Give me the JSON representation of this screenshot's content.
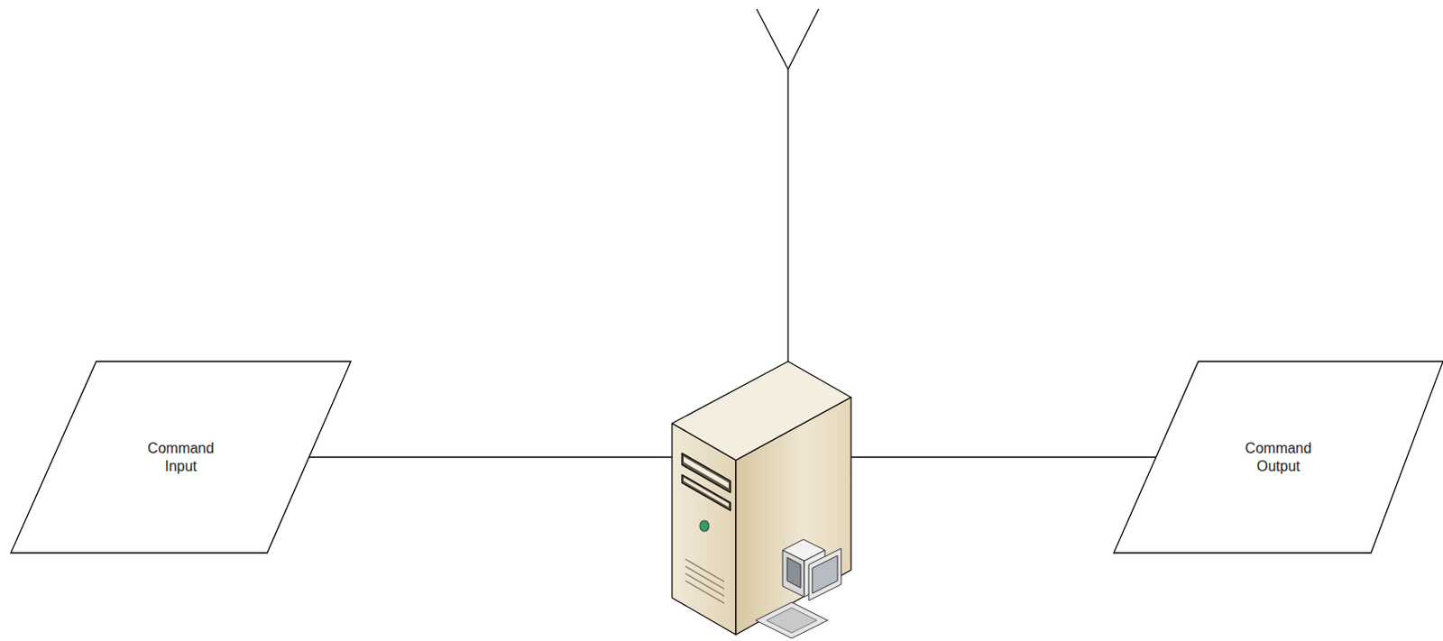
{
  "diagram": {
    "nodes": [
      {
        "text": [
          "Command Input"
        ]
      },
      {
        "text": [
          "Command Output"
        ]
      }
    ],
    "edges": [
      {
        "from": 0,
        "to": 1,
        "arrow": "none"
      }
    ]
  }
}
